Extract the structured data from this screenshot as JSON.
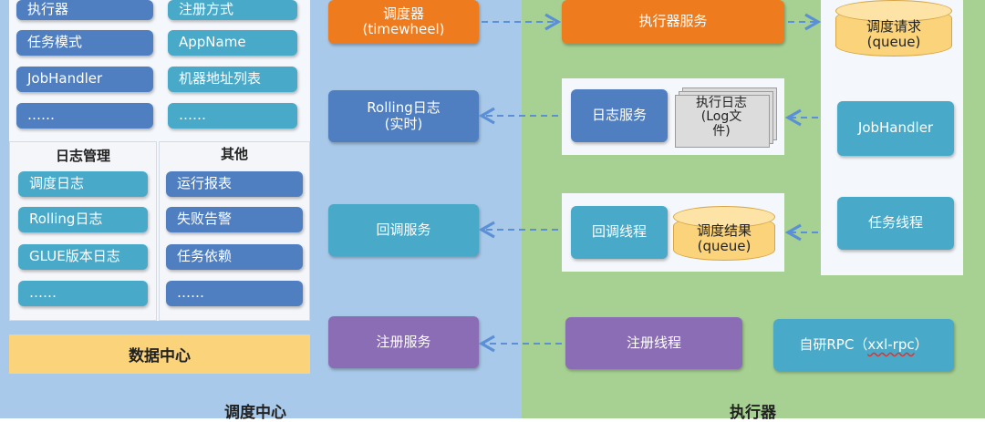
{
  "regions": {
    "left_title": "调度中心",
    "right_title": "执行器"
  },
  "management": {
    "col1": [
      "执行器",
      "任务模式",
      "JobHandler",
      "……"
    ],
    "col2": [
      "注册方式",
      "AppName",
      "机器地址列表",
      "……"
    ],
    "log_head": "日志管理",
    "other_head": "其他",
    "log_items": [
      "调度日志",
      "Rolling日志",
      "GLUE版本日志",
      "……"
    ],
    "other_items": [
      "运行报表",
      "失败告警",
      "任务依赖",
      "……"
    ]
  },
  "datacenter": "数据中心",
  "center_column": {
    "scheduler": "调度器\n(timewheel)",
    "rolling": "Rolling日志\n(实时)",
    "callback": "回调服务",
    "register": "注册服务"
  },
  "executor": {
    "service": "执行器服务",
    "log_service": "日志服务",
    "log_file": "执行日志\n(Log文\n件)",
    "callback_thread": "回调线程",
    "result_queue": "调度结果\n(queue)",
    "register_thread": "注册线程",
    "rpc_prefix": "自研RPC（",
    "rpc_name": "xxl-rpc",
    "rpc_suffix": "）"
  },
  "right_column": {
    "request_queue": "调度请求\n(queue)",
    "jobhandler": "JobHandler",
    "task_thread": "任务线程"
  },
  "colors": {
    "left_bg": "#a9c9ea",
    "right_bg": "#a7d192",
    "blue": "#4f7fc0",
    "teal": "#48a9c9",
    "orange": "#ee7b1e",
    "purple": "#8a6db4",
    "yellow": "#fbd37a",
    "arrow": "#5b8fd6"
  }
}
